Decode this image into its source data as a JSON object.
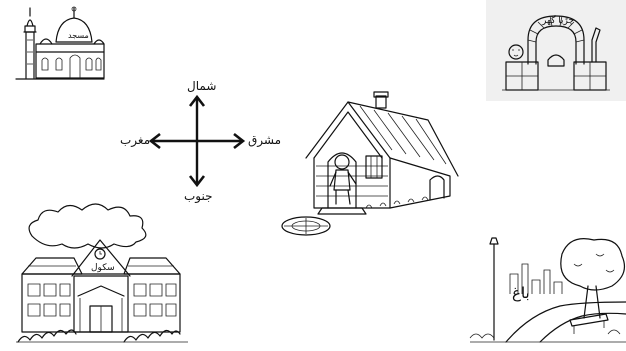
{
  "compass": {
    "north": "شمال",
    "south": "جنوب",
    "east": "مشرق",
    "west": "مغرب"
  },
  "places": {
    "mosque": "مسجد",
    "zoo": "چڑیا گھر",
    "school": "سکول",
    "park": "باغ"
  },
  "colors": {
    "ink": "#111111",
    "zoo_panel": "#f0f0f0"
  }
}
